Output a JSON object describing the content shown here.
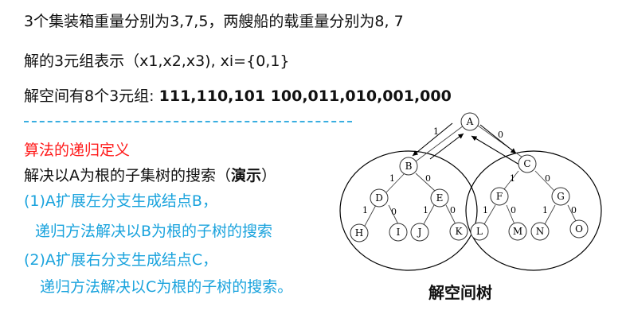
{
  "header": {
    "line1": "3个集装箱重量分别为3,7,5，两艘船的载重量分别为8, 7",
    "line2": "解的3元组表示（x1,x2,x3), xi={0,1}",
    "line3_prefix": "解空间有8个3元组: ",
    "line3_bold": "111,110,101 100,011,010,001,000"
  },
  "algorithm": {
    "title": "算法的递归定义",
    "intro_prefix": "解决以A为根的子集树的搜索（",
    "intro_bold": "演示",
    "intro_suffix": "）",
    "step1": "(1)A扩展左分支生成结点B，",
    "step1_detail": "递归方法解决以B为根的子树的搜索",
    "step2": "(2)A扩展右分支生成结点C，",
    "step2_detail": "递归方法解决以C为根的子树的搜索。"
  },
  "tree": {
    "caption": "解空间树",
    "nodes": {
      "A": "A",
      "B": "B",
      "C": "C",
      "D": "D",
      "E": "E",
      "F": "F",
      "G": "G",
      "H": "H",
      "I": "I",
      "J": "J",
      "K": "K",
      "L": "L",
      "M": "M",
      "N": "N",
      "O": "O"
    },
    "edge_labels": {
      "one": "1",
      "zero": "0"
    }
  },
  "colors": {
    "red": "#ff1a1a",
    "blue": "#1aa3dd",
    "text": "#111111"
  }
}
